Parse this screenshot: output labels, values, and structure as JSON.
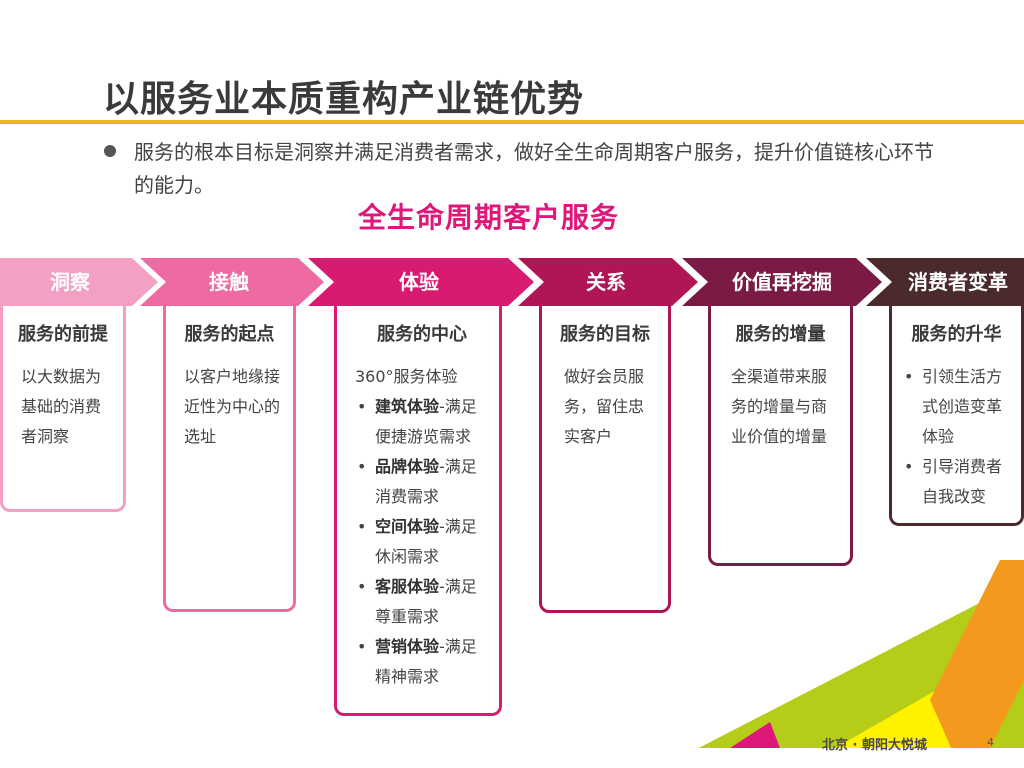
{
  "title": "以服务业本质重构产业链优势",
  "intro": "服务的根本目标是洞察并满足消费者需求，做好全生命周期客户服务，提升价值链核心环节的能力。",
  "subtitle": "全生命周期客户服务",
  "stages": [
    {
      "label": "洞察",
      "card_title": "服务的前提",
      "text": "以大数据为基础的消费者洞察",
      "color": "#f3a0c4"
    },
    {
      "label": "接触",
      "card_title": "服务的起点",
      "text": "以客户地缘接近性为中心的选址",
      "color": "#ee6aa3"
    },
    {
      "label": "体验",
      "card_title": "服务的中心",
      "text": "360°服务体验",
      "items": [
        {
          "bold": "建筑体验",
          "rest": "-满足便捷游览需求"
        },
        {
          "bold": "品牌体验",
          "rest": "-满足消费需求"
        },
        {
          "bold": "空间体验",
          "rest": "-满足休闲需求"
        },
        {
          "bold": "客服体验",
          "rest": "-满足尊重需求"
        },
        {
          "bold": "营销体验",
          "rest": "-满足精神需求"
        }
      ],
      "color": "#d81b70"
    },
    {
      "label": "关系",
      "card_title": "服务的目标",
      "text": "做好会员服务，留住忠实客户",
      "color": "#b01556"
    },
    {
      "label": "价值再挖掘",
      "card_title": "服务的增量",
      "text": "全渠道带来服务的增量与商业价值的增量",
      "color": "#7a1a45"
    },
    {
      "label": "消费者变革",
      "card_title": "服务的升华",
      "items": [
        {
          "bold": "",
          "rest": "引领生活方式创造变革体验"
        },
        {
          "bold": "",
          "rest": "引导消费者自我改变"
        }
      ],
      "color": "#4a2a2a"
    }
  ],
  "footer": {
    "brand": "北京 · 朝阳大悦城",
    "page": "4"
  },
  "colors": {
    "accent_yellow": "#f0b41c",
    "subtitle_pink": "#e0177a",
    "deco_green": "#b5cc18",
    "deco_orange": "#f39a1e",
    "deco_yellow": "#fff200",
    "deco_magenta": "#e0177a"
  }
}
